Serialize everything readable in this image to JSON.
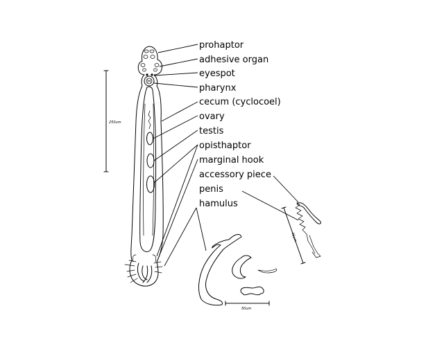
{
  "labels": [
    "prohaptor",
    "adhesive organ",
    "eyespot",
    "pharynx",
    "cecum (cyclocoel)",
    "ovary",
    "testis",
    "opisthaptor",
    "marginal hook",
    "accessory piece",
    "penis",
    "hamulus"
  ],
  "scale_bars": {
    "body": "250um",
    "copulatory": "45um",
    "hamulus": "50um"
  },
  "colors": {
    "ink": "#000000",
    "background": "#ffffff"
  }
}
